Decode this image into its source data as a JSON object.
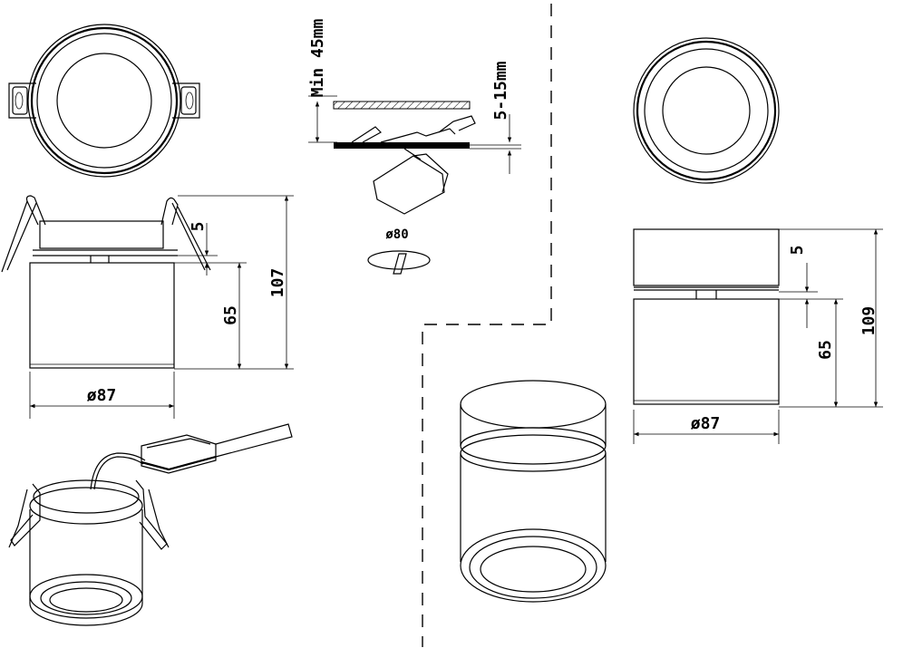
{
  "recessed": {
    "height_total": "107",
    "body_height": "65",
    "rim_height": "5",
    "diameter": "ø87"
  },
  "installation": {
    "ceiling_clearance": "Min 45mm",
    "ceiling_thickness": "5-15mm",
    "cutout_diameter": "ø80"
  },
  "surface": {
    "height_total": "109",
    "body_height": "65",
    "rim_height": "5",
    "diameter": "ø87"
  }
}
